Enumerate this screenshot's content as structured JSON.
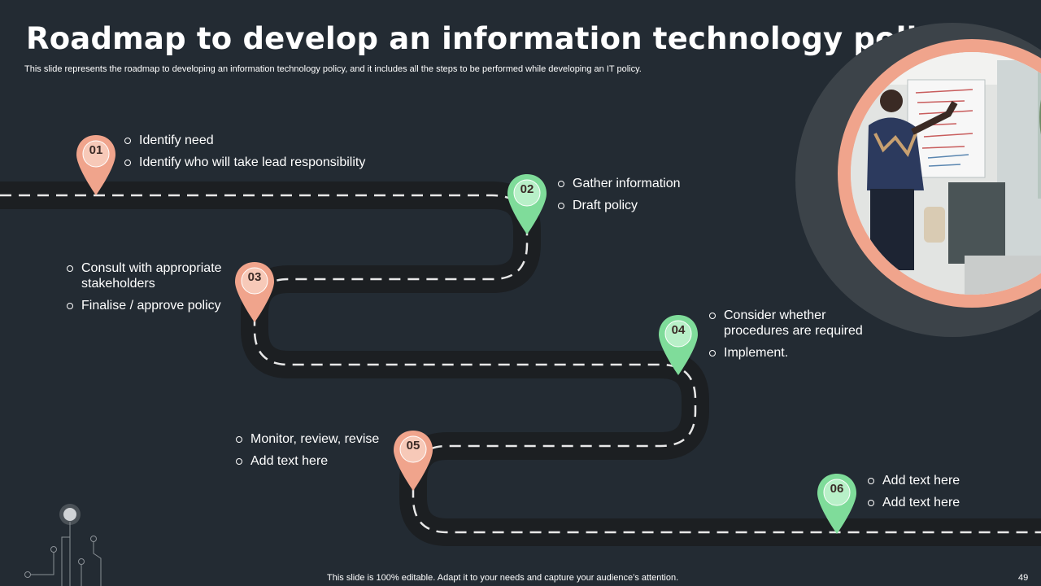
{
  "title": "Roadmap to develop an information technology policy",
  "subtitle": "This slide represents the roadmap to developing an information technology policy, and it includes all the steps to be performed while developing an IT policy.",
  "steps": [
    {
      "number": "01",
      "items": [
        "Identify  need",
        "Identify  who will take lead responsibility"
      ]
    },
    {
      "number": "02",
      "items": [
        "Gather information",
        "Draft policy"
      ]
    },
    {
      "number": "03",
      "items": [
        "Consult with appropriate stakeholders",
        "Finalise / approve policy"
      ]
    },
    {
      "number": "04",
      "items": [
        "Consider whether procedures are required",
        "Implement."
      ]
    },
    {
      "number": "05",
      "items": [
        "Monitor, review, revise",
        "Add text here"
      ]
    },
    {
      "number": "06",
      "items": [
        "Add text here",
        "Add text here"
      ]
    }
  ],
  "footer": "This slide is 100% editable. Adapt it to your needs and capture your audience’s attention.",
  "page_number": "49",
  "colors": {
    "background": "#232b33",
    "salmon": "#f0a48c",
    "green": "#7fdc9a",
    "road": "#1c1f22"
  }
}
